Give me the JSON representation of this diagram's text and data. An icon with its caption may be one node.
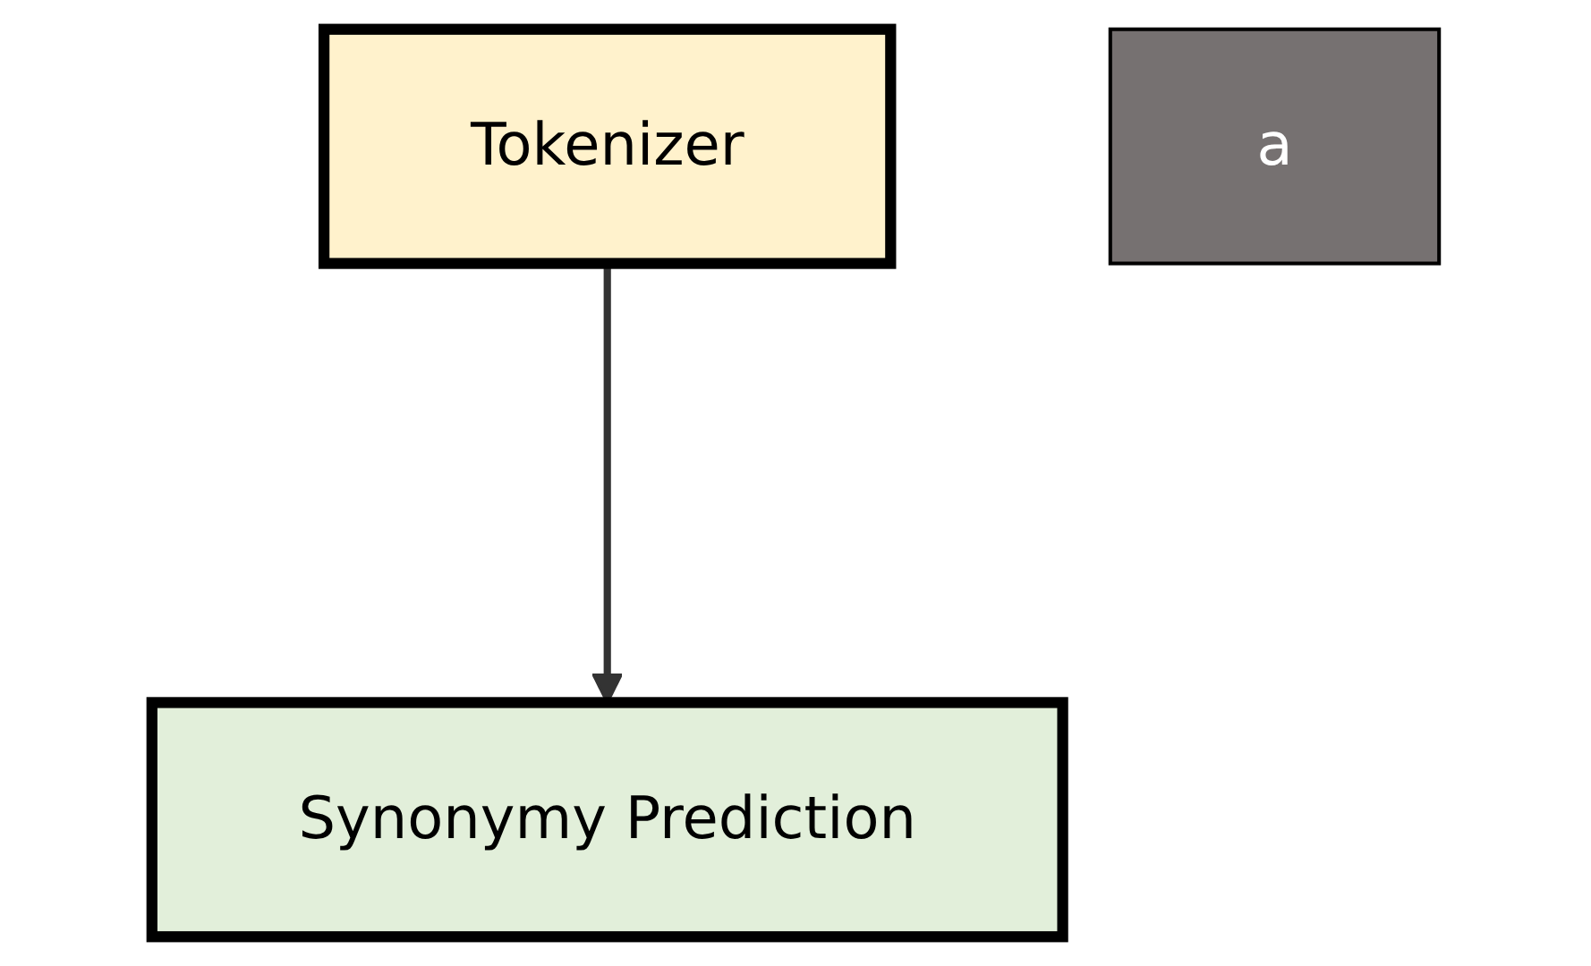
{
  "diagram": {
    "nodes": [
      {
        "text": [
          "Tokenizer"
        ]
      },
      {
        "text": [
          "Synonymy Prediction"
        ]
      },
      {
        "text": [
          "a"
        ]
      }
    ],
    "edges": [
      {
        "from": 0,
        "to": 1,
        "arrow": "to"
      }
    ]
  }
}
